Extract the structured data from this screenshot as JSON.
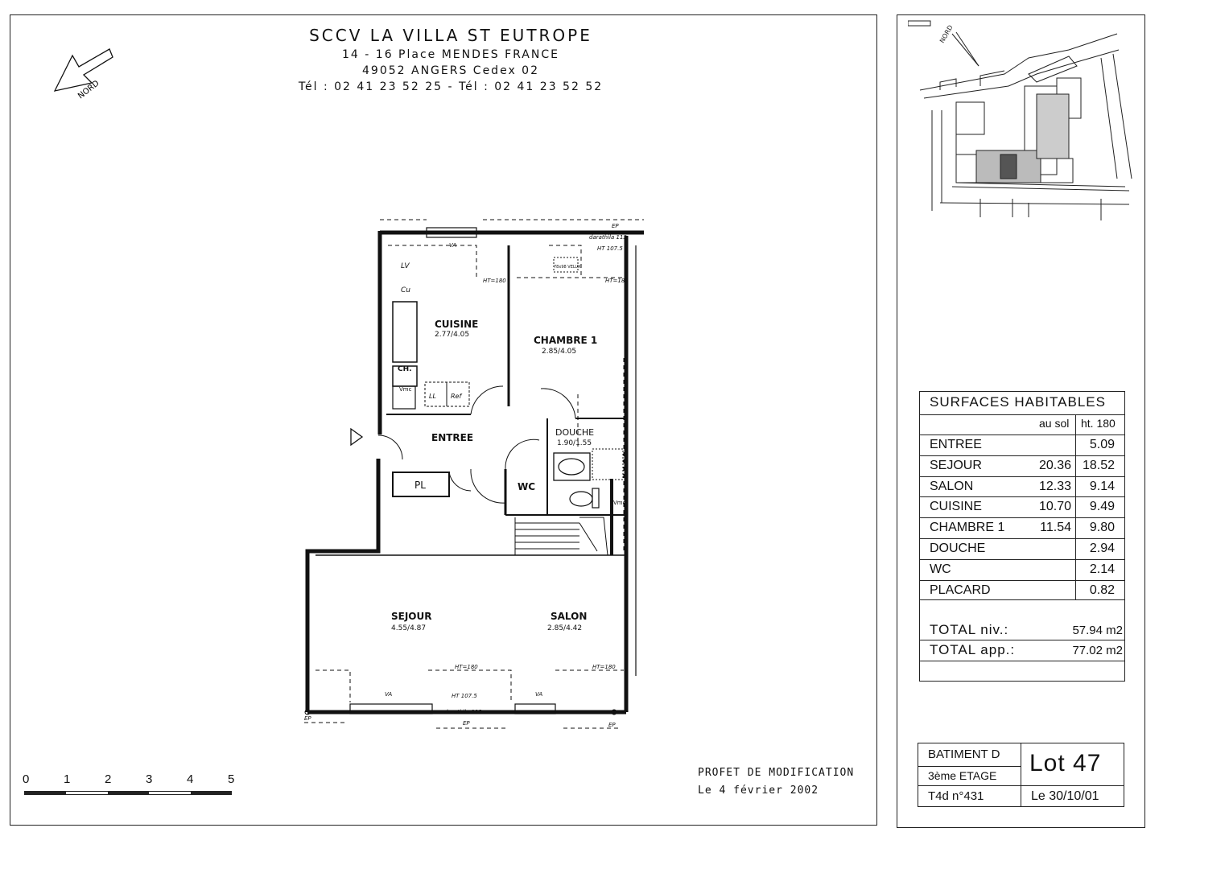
{
  "header": {
    "company": "SCCV  LA  VILLA  ST  EUTROPE",
    "address1": "14   -   16     Place   MENDES   FRANCE",
    "address2": "49052    ANGERS    Cedex   02",
    "phones": "Tél  :   02  41  23  52  25  -  Tél  :  02  41  23  52  52"
  },
  "compass_label": "NORD",
  "site_plan": {
    "north_label": "NORD"
  },
  "rooms": {
    "cuisine": {
      "name": "CUISINE",
      "dims": "2.77/4.05"
    },
    "chambre": {
      "name": "CHAMBRE  1",
      "dims": "2.85/4.05"
    },
    "entree": {
      "name": "ENTREE"
    },
    "douche": {
      "name": "DOUCHE",
      "dims": "1.90/1.55"
    },
    "wc": {
      "name": "WC"
    },
    "pl": {
      "name": "PL"
    },
    "sejour": {
      "name": "SEJOUR",
      "dims": "4.55/4.87"
    },
    "salon": {
      "name": "SALON",
      "dims": "2.85/4.42"
    }
  },
  "plan_labels": {
    "lv": "LV",
    "cu": "Cu",
    "ch": "CH.",
    "ll": "LL",
    "ref": "Ref",
    "vmc1": "Vmc",
    "vmc2": "Vmc",
    "velux": "78x98 VELUX",
    "ht180_a": "HT=180",
    "ht180_b": "HT=180",
    "ht180_c": "HT=180",
    "ht180_d": "HT=180",
    "ht1075_top": "HT 107.5",
    "ht1075_bot": "HT 107.5",
    "va_top": "VA",
    "va_b1": "VA",
    "va_b2": "VA",
    "dorm_top": "darathila 113",
    "dorm_bot": "darathila 113",
    "ep1": "EP",
    "ep2": "EP",
    "ep3": "EP",
    "ep4": "EP"
  },
  "surfaces": {
    "title": "SURFACES     HABITABLES",
    "col_au_sol": "au sol",
    "col_ht": "ht. 180",
    "rows": [
      {
        "name": "ENTREE",
        "au_sol": "",
        "ht": "5.09"
      },
      {
        "name": "SEJOUR",
        "au_sol": "20.36",
        "ht": "18.52"
      },
      {
        "name": "SALON",
        "au_sol": "12.33",
        "ht": "9.14"
      },
      {
        "name": "CUISINE",
        "au_sol": "10.70",
        "ht": "9.49"
      },
      {
        "name": "CHAMBRE  1",
        "au_sol": "11.54",
        "ht": "9.80"
      },
      {
        "name": "DOUCHE",
        "au_sol": "",
        "ht": "2.94"
      },
      {
        "name": "WC",
        "au_sol": "",
        "ht": "2.14"
      },
      {
        "name": "PLACARD",
        "au_sol": "",
        "ht": "0.82"
      }
    ],
    "total_niv_label": "TOTAL   niv.:",
    "total_niv": "57.94 m2",
    "total_app_label": "TOTAL   app.:",
    "total_app": "77.02 m2"
  },
  "lot": {
    "batiment": "BATIMENT  D",
    "etage": "3ème    ETAGE",
    "type": "T4d     n°431",
    "lot": "Lot  47",
    "date": "Le  30/10/01"
  },
  "scale": {
    "ticks": [
      "0",
      "1",
      "2",
      "3",
      "4",
      "5"
    ]
  },
  "notes": {
    "line1": "PROFET  DE  MODIFICATION",
    "line2": "Le  4  février  2002"
  }
}
